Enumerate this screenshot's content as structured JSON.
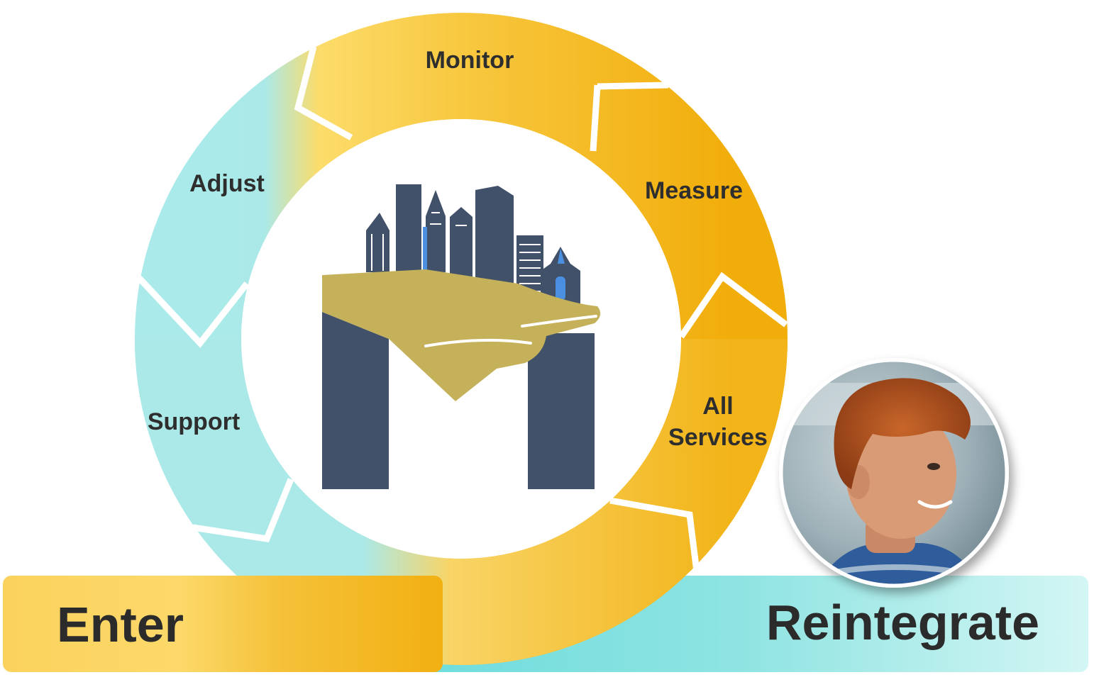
{
  "cycle": {
    "stages": {
      "monitor": "Monitor",
      "measure": "Measure",
      "all_services_line1": "All",
      "all_services_line2": "Services",
      "support": "Support",
      "adjust": "Adjust"
    }
  },
  "bar": {
    "enter": "Enter",
    "reintegrate": "Reintegrate"
  },
  "colors": {
    "gold": "#f3b21b",
    "light_gold": "#fbd863",
    "teal": "#a9e9ea",
    "navy": "#42516a",
    "logo_olive": "#c4b15a",
    "building_blue": "#4a8fe0"
  },
  "icons": {
    "center_logo": "city-in-hand-m-logo",
    "photo": "child-portrait-photo"
  }
}
